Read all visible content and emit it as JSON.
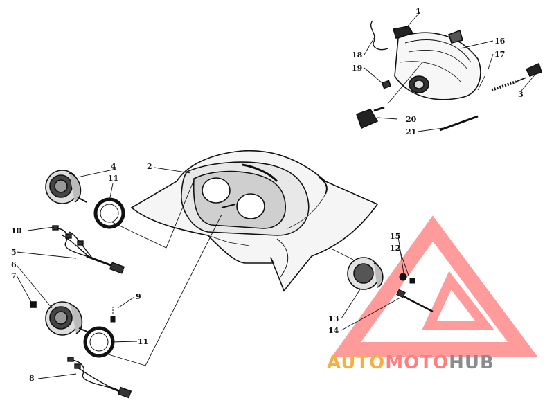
{
  "callouts": [
    {
      "id": "1",
      "label": "1"
    },
    {
      "id": "2",
      "label": "2"
    },
    {
      "id": "3",
      "label": "3"
    },
    {
      "id": "4",
      "label": "4"
    },
    {
      "id": "5",
      "label": "5"
    },
    {
      "id": "6",
      "label": "6"
    },
    {
      "id": "7",
      "label": "7"
    },
    {
      "id": "8",
      "label": "8"
    },
    {
      "id": "9",
      "label": "9"
    },
    {
      "id": "10",
      "label": "10"
    },
    {
      "id": "11a",
      "label": "11"
    },
    {
      "id": "11b",
      "label": "11"
    },
    {
      "id": "12",
      "label": "12"
    },
    {
      "id": "13",
      "label": "13"
    },
    {
      "id": "14",
      "label": "14"
    },
    {
      "id": "15",
      "label": "15"
    },
    {
      "id": "16",
      "label": "16"
    },
    {
      "id": "17",
      "label": "17"
    },
    {
      "id": "18",
      "label": "18"
    },
    {
      "id": "19",
      "label": "19"
    },
    {
      "id": "20",
      "label": "20"
    },
    {
      "id": "21",
      "label": "21"
    }
  ],
  "watermark": {
    "part1": "AUTO",
    "part2": "MOTO",
    "part3": "HUB",
    "color_orange": "#f5b041",
    "color_red": "#ff7f7f",
    "color_gray": "#8c8c8c"
  }
}
